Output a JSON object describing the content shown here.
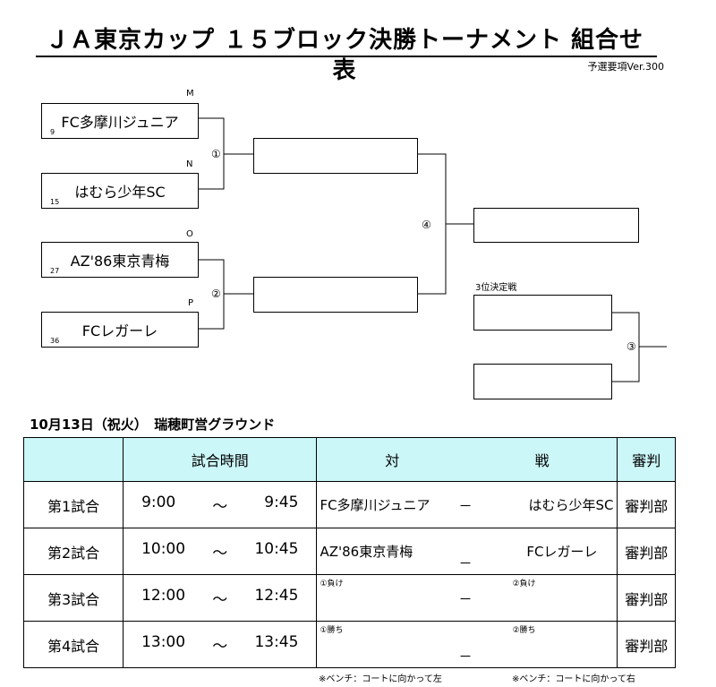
{
  "title": "ＪＡ東京カップ １５ブロック決勝トーナメント 組合せ表",
  "version": "予選要項Ver.300",
  "bracket": {
    "teams": [
      {
        "name": "FC多摩川ジュニア",
        "seed": "9",
        "letter": "M"
      },
      {
        "name": "はむら少年SC",
        "seed": "15",
        "letter": "N"
      },
      {
        "name": "AZ'86東京青梅",
        "seed": "27",
        "letter": "O"
      },
      {
        "name": "FCレガーレ",
        "seed": "36",
        "letter": "P"
      }
    ],
    "match_numbers": {
      "m1": "①",
      "m2": "②",
      "m3": "③",
      "m4": "④"
    },
    "third_place_label": "3位決定戦"
  },
  "schedule": {
    "date_venue": "10月13日（祝火）　瑞穂町営グラウンド",
    "headers": {
      "time": "試合時間",
      "match_left": "対",
      "match_right": "戦",
      "referee": "審判"
    },
    "rows": [
      {
        "name": "第1試合",
        "start": "9:00",
        "sep": "～",
        "end": "9:45",
        "team_a": "FC多摩川ジュニア",
        "dash": "－",
        "team_b": "はむら少年SC",
        "ref": "審判部"
      },
      {
        "name": "第2試合",
        "start": "10:00",
        "sep": "～",
        "end": "10:45",
        "team_a": "AZ'86東京青梅",
        "dash": "－",
        "team_b": "FCレガーレ",
        "ref": "審判部"
      },
      {
        "name": "第3試合",
        "start": "12:00",
        "sep": "～",
        "end": "12:45",
        "note_a": "①負け",
        "dash": "－",
        "note_b": "②負け",
        "ref": "審判部"
      },
      {
        "name": "第4試合",
        "start": "13:00",
        "sep": "～",
        "end": "13:45",
        "note_a": "①勝ち",
        "dash": "－",
        "note_b": "②勝ち",
        "ref": "審判部"
      }
    ],
    "bench_left": "※ベンチ：コートに向かって左",
    "bench_right": "※ベンチ：コートに向かって右"
  }
}
